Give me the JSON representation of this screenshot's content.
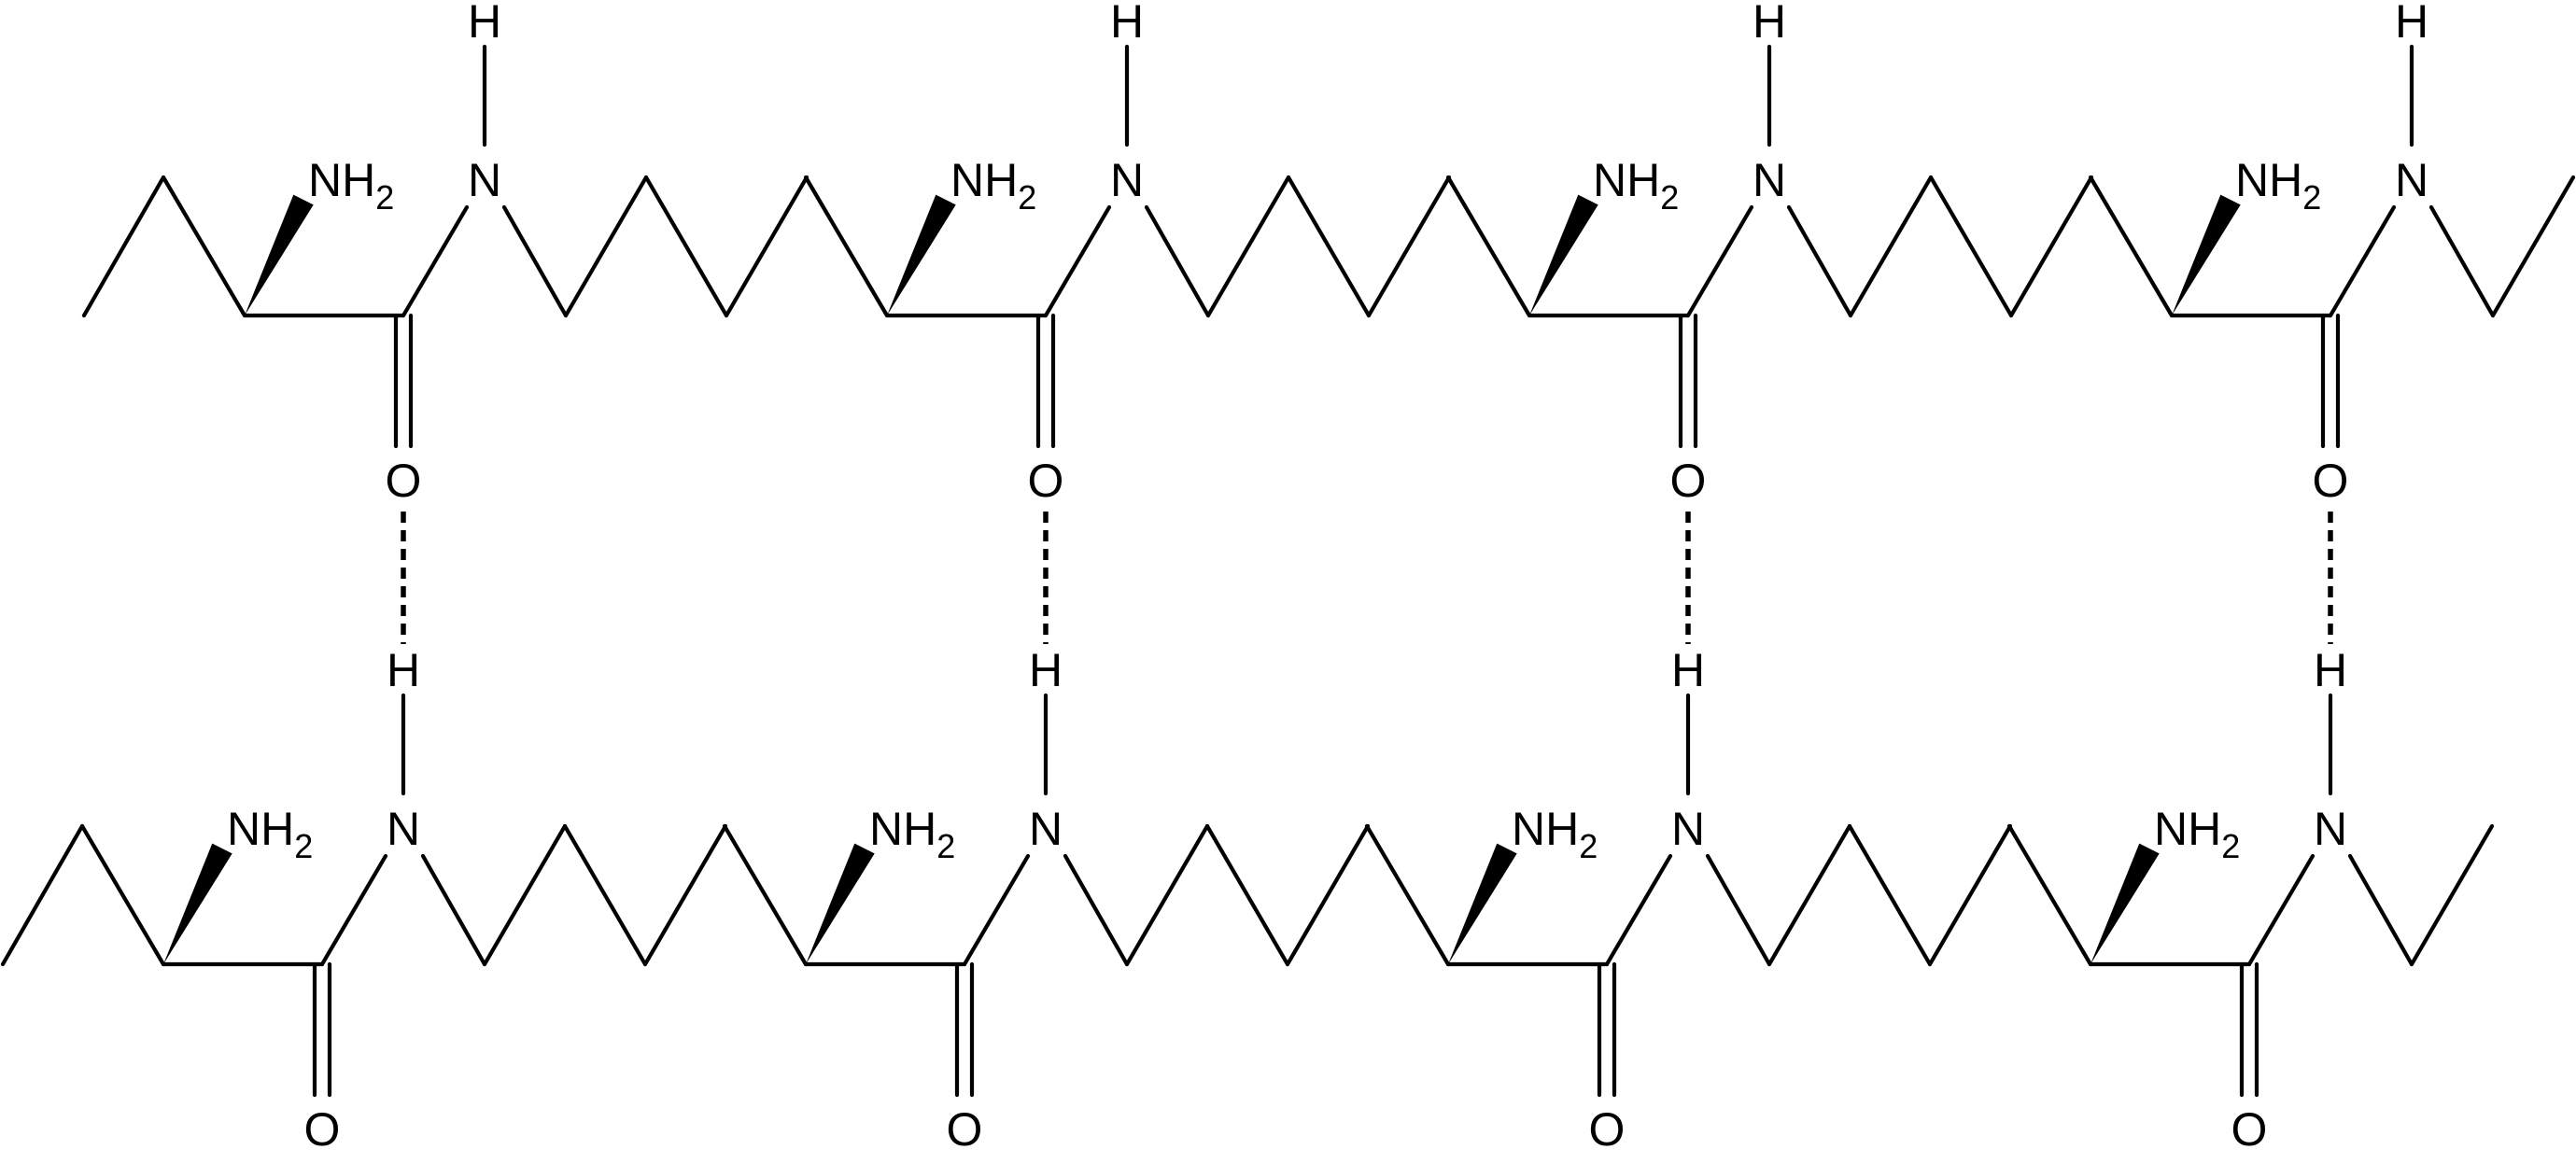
{
  "colors": {
    "ink": "#000000",
    "background": "#ffffff"
  },
  "molecule": {
    "chains": 2,
    "repeat_units_per_chain": 4,
    "atoms": {
      "nitrogen": "N",
      "hydrogen": "H",
      "oxygen": "O"
    },
    "amine": {
      "base": "NH",
      "subscript": "2"
    }
  }
}
